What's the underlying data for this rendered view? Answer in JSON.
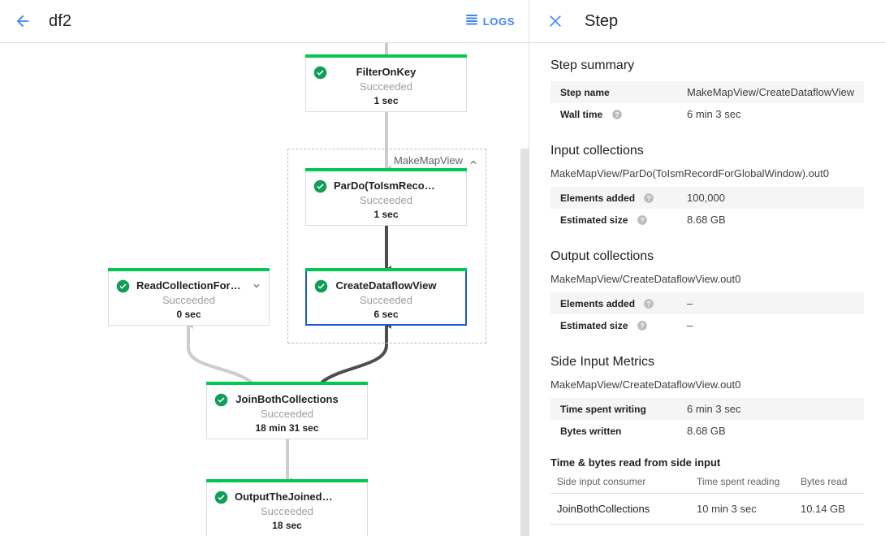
{
  "topbar": {
    "back_icon": "arrow-left-icon",
    "job_name": "df2",
    "logs_label": "LOGS",
    "logs_icon": "logs-list-icon",
    "accent_color": "#4285f4"
  },
  "graph": {
    "status_color": "#00c853",
    "selected_outline_color": "#1a56d6",
    "edge_color": "#cccccc",
    "edge_highlight_color": "#4d4d4d",
    "group": {
      "label": "MakeMapView",
      "collapse_icon": "chevron-up-icon"
    },
    "nodes": [
      {
        "id": "filter-on-key",
        "title": "FilterOnKey",
        "status": "Succeeded",
        "time": "1 sec",
        "check_icon": "check-circle-icon",
        "selected": false,
        "expand_icon": null
      },
      {
        "id": "pardo-toismrecord",
        "title": "ParDo(ToIsmRecordFor…",
        "status": "Succeeded",
        "time": "1 sec",
        "check_icon": "check-circle-icon",
        "selected": false,
        "expand_icon": null
      },
      {
        "id": "create-dataflow-view",
        "title": "CreateDataflowView",
        "status": "Succeeded",
        "time": "6 sec",
        "check_icon": "check-circle-icon",
        "selected": true,
        "expand_icon": null
      },
      {
        "id": "read-collection-for-join",
        "title": "ReadCollectionForJoin",
        "status": "Succeeded",
        "time": "0 sec",
        "check_icon": "check-circle-icon",
        "selected": false,
        "expand_icon": "chevron-down-icon"
      },
      {
        "id": "join-both-collections",
        "title": "JoinBothCollections",
        "status": "Succeeded",
        "time": "18 min 31 sec",
        "check_icon": "check-circle-icon",
        "selected": false,
        "expand_icon": null
      },
      {
        "id": "output-the-joined-collection",
        "title": "OutputTheJoinedCollec…",
        "status": "Succeeded",
        "time": "18 sec",
        "check_icon": "check-circle-icon",
        "selected": false,
        "expand_icon": null
      }
    ]
  },
  "panel": {
    "close_icon": "close-icon",
    "title": "Step",
    "step_summary": {
      "heading": "Step summary",
      "rows": [
        {
          "key": "Step name",
          "help": false,
          "value": "MakeMapView/CreateDataflowView"
        },
        {
          "key": "Wall time",
          "help": true,
          "value": "6 min 3 sec"
        }
      ]
    },
    "input_collections": {
      "heading": "Input collections",
      "collection": "MakeMapView/ParDo(ToIsmRecordForGlobalWindow).out0",
      "rows": [
        {
          "key": "Elements added",
          "help": true,
          "value": "100,000"
        },
        {
          "key": "Estimated size",
          "help": true,
          "value": "8.68 GB"
        }
      ]
    },
    "output_collections": {
      "heading": "Output collections",
      "collection": "MakeMapView/CreateDataflowView.out0",
      "rows": [
        {
          "key": "Elements added",
          "help": true,
          "value": "–"
        },
        {
          "key": "Estimated size",
          "help": true,
          "value": "–"
        }
      ]
    },
    "side_input_metrics": {
      "heading": "Side Input Metrics",
      "collection": "MakeMapView/CreateDataflowView.out0",
      "rows": [
        {
          "key": "Time spent writing",
          "help": false,
          "value": "6 min 3 sec"
        },
        {
          "key": "Bytes written",
          "help": false,
          "value": "8.68 GB"
        }
      ]
    },
    "side_input_reads": {
      "heading": "Time & bytes read from side input",
      "columns": [
        "Side input consumer",
        "Time spent reading",
        "Bytes read"
      ],
      "rows": [
        [
          "JoinBothCollections",
          "10 min 3 sec",
          "10.14 GB"
        ]
      ]
    }
  }
}
